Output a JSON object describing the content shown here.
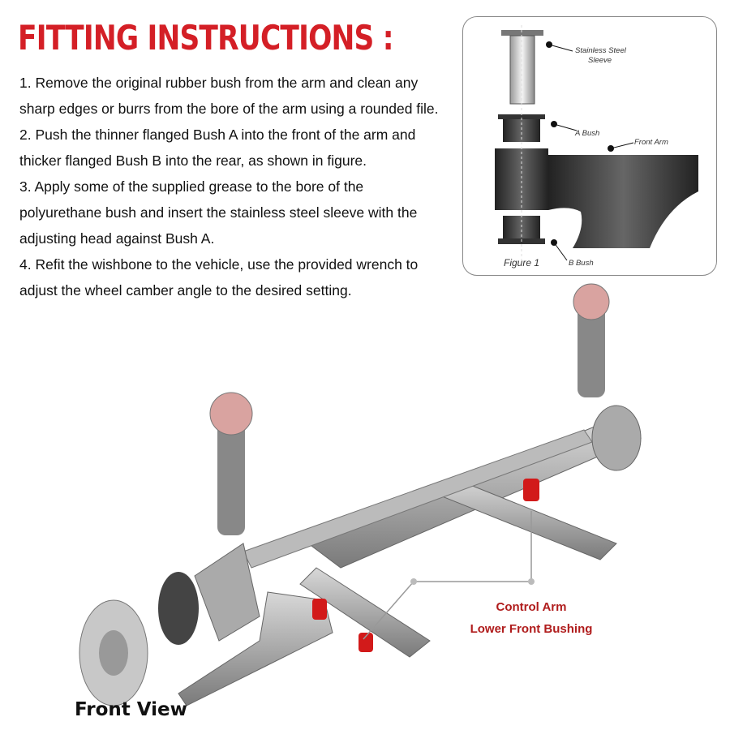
{
  "title": "FITTING INSTRUCTIONS :",
  "steps": [
    "1. Remove the original rubber bush from the arm and clean any sharp edges or burrs from the bore of the arm using a rounded file.",
    "2. Push the thinner flanged Bush A into the front of the arm and thicker flanged Bush B into the rear, as shown in figure.",
    "3. Apply some of the supplied grease to the bore of the polyurethane bush and insert the stainless steel sleeve with the adjusting head against Bush A.",
    "4. Refit the wishbone to the vehicle, use the provided wrench to adjust the wheel camber angle to the desired setting."
  ],
  "figure": {
    "sleeve_label_1": "Stainless Steel",
    "sleeve_label_2": "Sleeve",
    "a_bush": "A Bush",
    "front_arm": "Front Arm",
    "b_bush": "B Bush",
    "caption": "Figure 1"
  },
  "callout": {
    "line1": "Control Arm",
    "line2": "Lower Front Bushing"
  },
  "view_label": "Front View",
  "colors": {
    "accent": "#d41f26",
    "callout": "#b01c1c",
    "bushing": "#d21a1a"
  }
}
